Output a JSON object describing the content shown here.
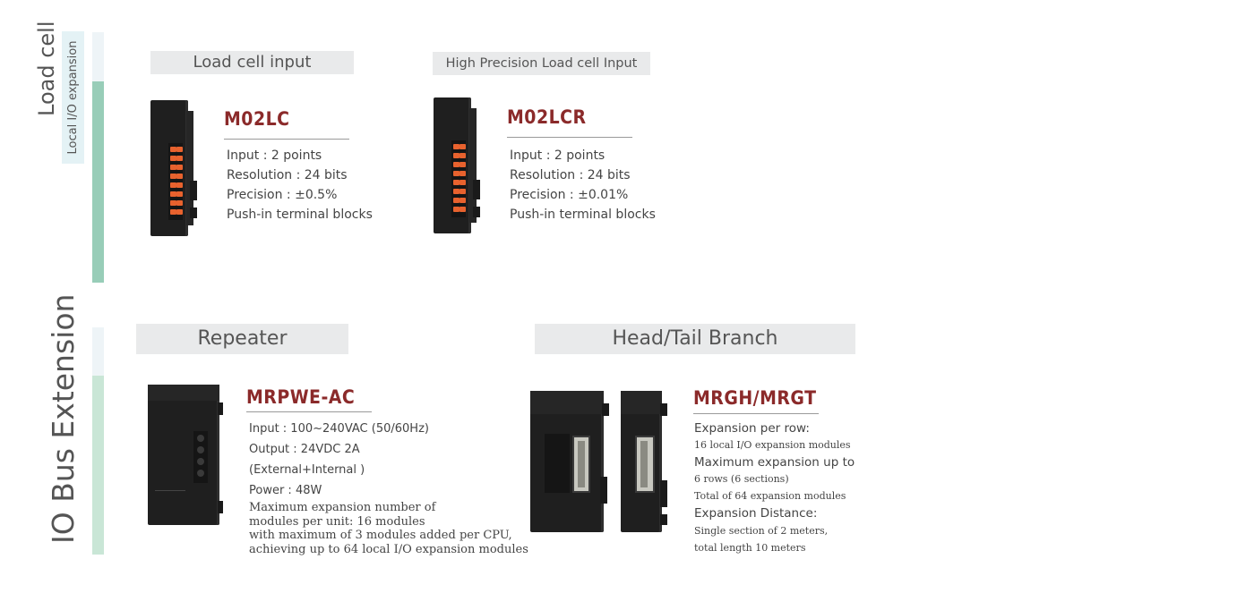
{
  "categories": {
    "load_cell": {
      "title": "Load cell",
      "subtitle": "Local I/O expansion"
    },
    "io_bus": {
      "title": "IO Bus Extension"
    }
  },
  "products": {
    "load_cell_input": {
      "section": "Load cell input",
      "model": "M02LC",
      "specs": [
        "Input : 2 points",
        "Resolution : 24 bits",
        "Precision : ±0.5%",
        "Push-in terminal blocks"
      ]
    },
    "high_precision": {
      "section": "High Precision Load cell Input",
      "model": "M02LCR",
      "specs": [
        "Input : 2 points",
        "Resolution : 24 bits",
        "Precision : ±0.01%",
        "Push-in terminal blocks"
      ]
    },
    "repeater": {
      "section": "Repeater",
      "model": "MRPWE-AC",
      "specs": [
        "Input : 100~240VAC (50/60Hz)",
        "Output : 24VDC 2A",
        "(External+Internal )",
        "Power : 48W"
      ],
      "notes": [
        "Maximum expansion number of",
        "modules per unit: 16 modules",
        "with maximum of 3 modules added per CPU,",
        "achieving up to 64 local I/O expansion modules"
      ]
    },
    "branch": {
      "section": "Head/Tail Branch",
      "model": "MRGH/MRGT",
      "specs": [
        {
          "text": "Expansion per row:",
          "size": "md"
        },
        {
          "text": "16 local I/O expansion modules",
          "size": "sm"
        },
        {
          "text": "Maximum expansion up to",
          "size": "md"
        },
        {
          "text": "6 rows (6 sections)",
          "size": "sm"
        },
        {
          "text": "Total of 64 expansion modules",
          "size": "sm"
        },
        {
          "text": "Expansion Distance:",
          "size": "md"
        },
        {
          "text": "Single section of 2 meters,",
          "size": "sm"
        },
        {
          "text": "total length 10 meters",
          "size": "sm"
        }
      ]
    }
  },
  "colors": {
    "model_red": "#8b2a2a",
    "bar_teal": "#98cdb8",
    "bar_light": "#e4f2f5",
    "header_gray": "#e9eaeb",
    "terminal_orange": "#e8622e"
  }
}
